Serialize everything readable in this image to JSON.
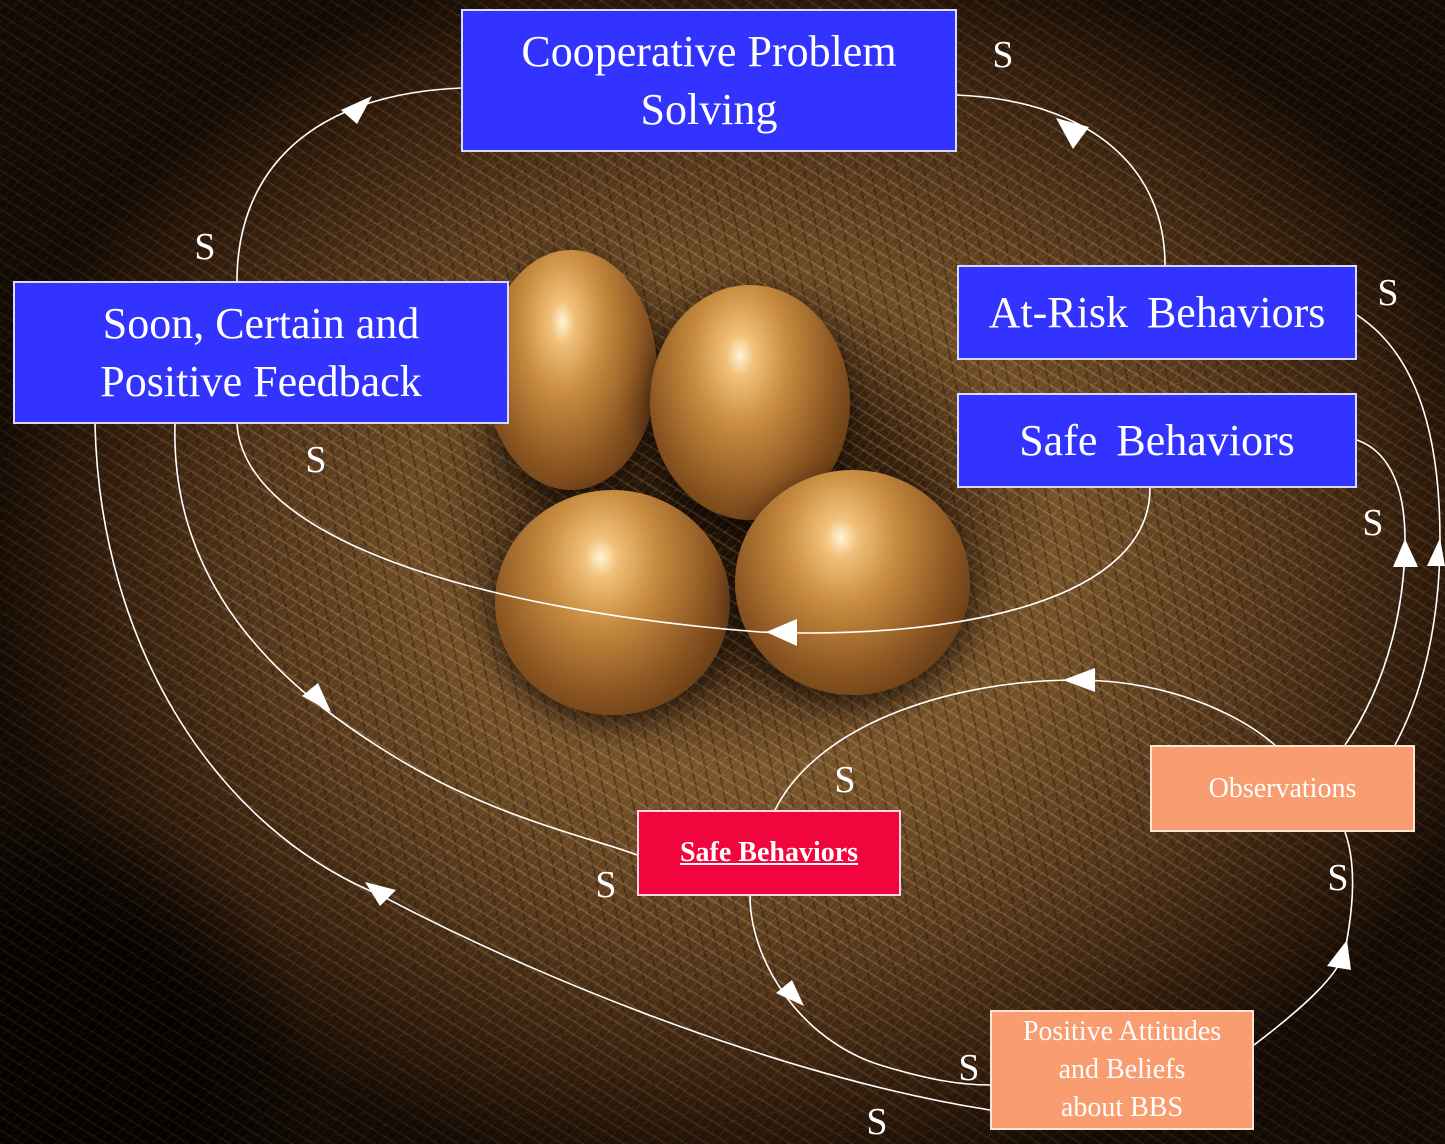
{
  "nodes": {
    "cooperative_problem_solving": {
      "lines": [
        "Cooperative Problem",
        "Solving"
      ]
    },
    "feedback": {
      "lines": [
        "Soon, Certain and",
        "Positive Feedback"
      ]
    },
    "at_risk_behaviors": {
      "label": "At-Risk Behaviors"
    },
    "safe_behaviors_outcome": {
      "label": "Safe Behaviors"
    },
    "safe_behaviors_link": {
      "label": "Safe Behaviors"
    },
    "observations": {
      "label": "Observations"
    },
    "positive_attitudes": {
      "lines": [
        "Positive Attitudes",
        "and Beliefs",
        "about BBS"
      ]
    }
  },
  "link_labels": [
    "S",
    "S",
    "S",
    "S",
    "S",
    "S",
    "S",
    "S",
    "S",
    "S"
  ],
  "colors": {
    "primary_box": "#3333ff",
    "highlight_box": "#f2043d",
    "secondary_box": "#f99c6f",
    "text": "#ffffff",
    "connector": "#ffffff"
  }
}
